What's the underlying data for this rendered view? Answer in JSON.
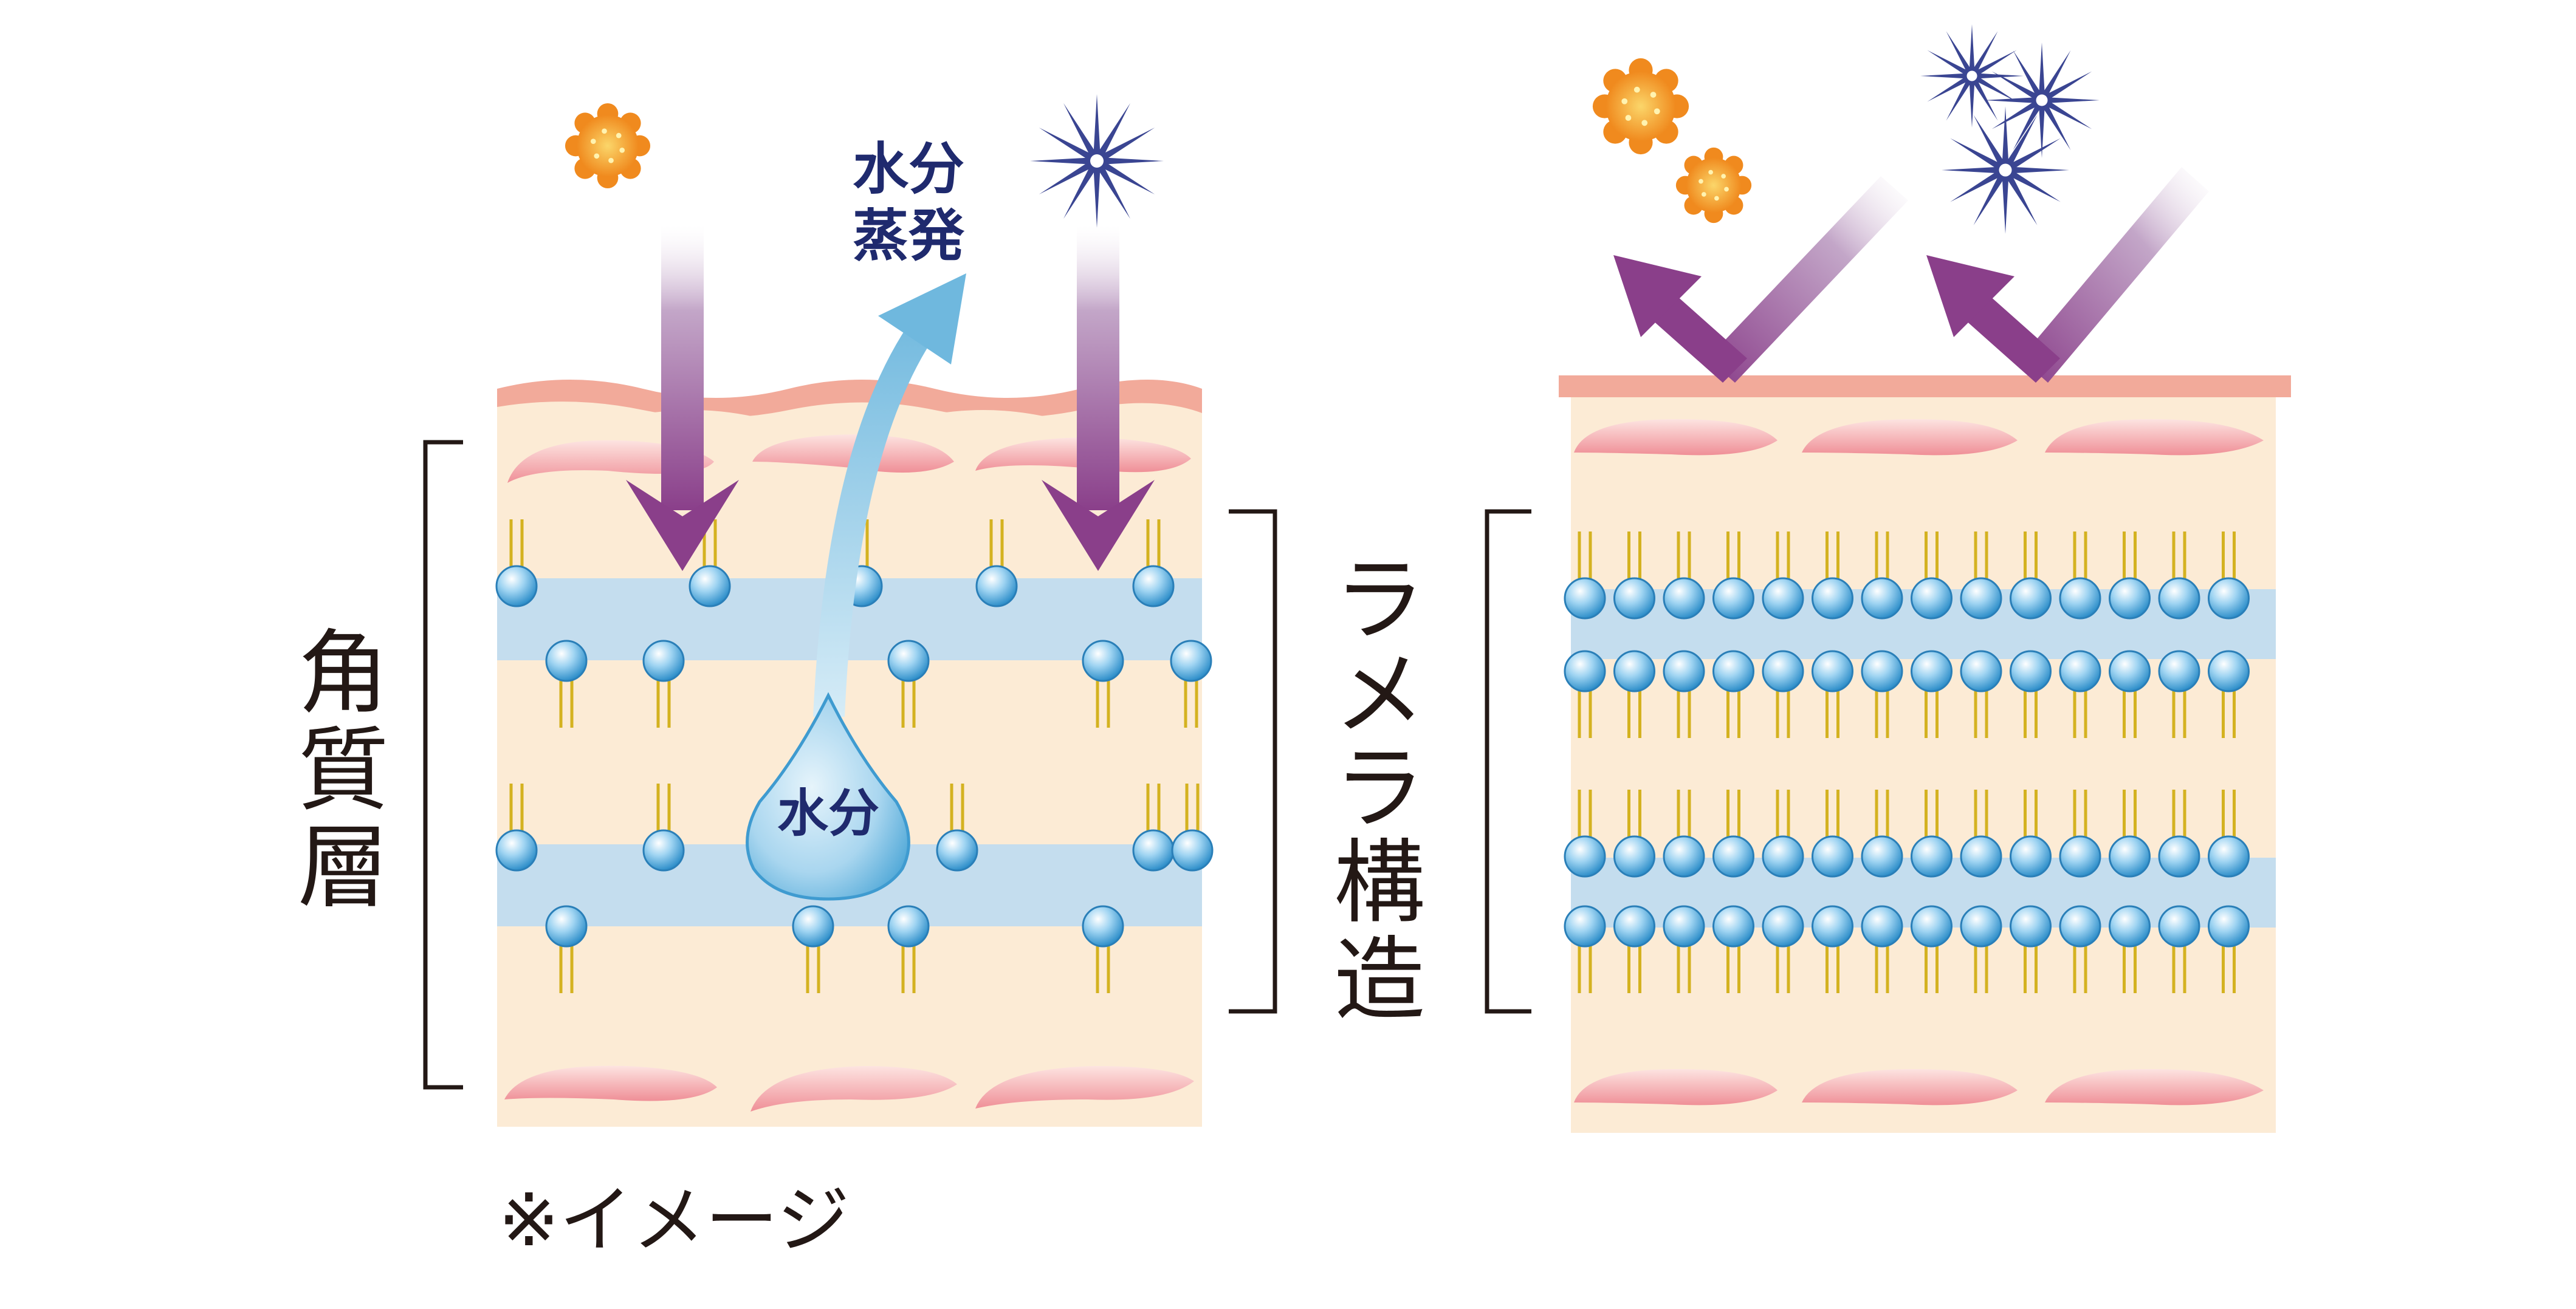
{
  "left_panel": {
    "label": "角質層",
    "moisture_drop_label": "水分",
    "evaporation_label_line1": "水分",
    "evaporation_label_line2": "蒸発"
  },
  "right_panel": {
    "label": "ラメラ構造"
  },
  "footnote": "※イメージ",
  "colors": {
    "skin_surface": "#f2aa9a",
    "layer_fill": "#fcebd5",
    "lamella_band": "#c4ddee",
    "lipid_head": "#3aa0d8",
    "lipid_tail": "#d4b220",
    "inward_arrow": "#8a3f8a",
    "evaporation_arrow": "#7fc0e0",
    "pollen": "#f09a28",
    "uv_star": "#3a4592",
    "corneocyte": "#f39aa0",
    "bracket": "#231815"
  }
}
